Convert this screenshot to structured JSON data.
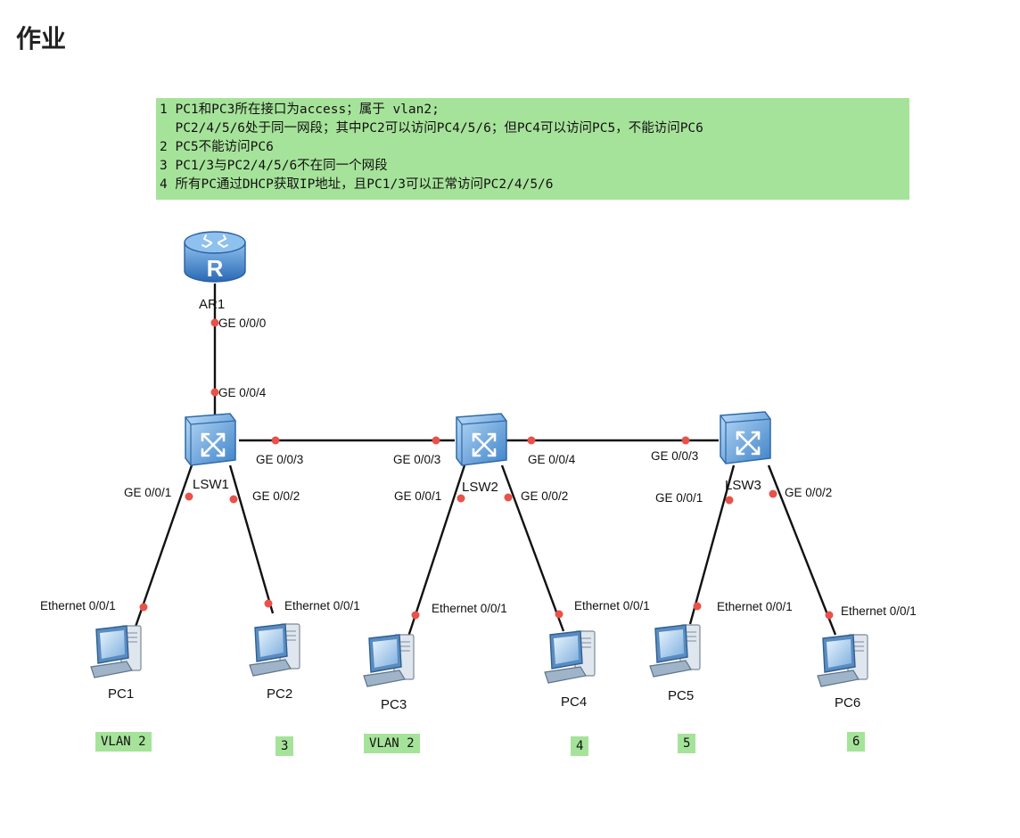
{
  "title": "作业",
  "notes": [
    "1 PC1和PC3所在接口为access；属于 vlan2;",
    "  PC2/4/5/6处于同一网段；其中PC2可以访问PC4/5/6；但PC4可以访问PC5，不能访问PC6",
    "2 PC5不能访问PC6",
    "3 PC1/3与PC2/4/5/6不在同一个网段",
    "4 所有PC通过DHCP获取IP地址，且PC1/3可以正常访问PC2/4/5/6"
  ],
  "devices": {
    "router": "AR1",
    "switches": [
      "LSW1",
      "LSW2",
      "LSW3"
    ],
    "pcs": [
      "PC1",
      "PC2",
      "PC3",
      "PC4",
      "PC5",
      "PC6"
    ]
  },
  "ports": {
    "ar1_down": "GE 0/0/0",
    "lsw1_up": "GE 0/0/4",
    "lsw1_right": "GE 0/0/3",
    "lsw2_left": "GE 0/0/3",
    "lsw2_right": "GE 0/0/4",
    "lsw3_left": "GE 0/0/3",
    "lsw1_p1": "GE 0/0/1",
    "lsw1_p2": "GE 0/0/2",
    "lsw2_p1": "GE 0/0/1",
    "lsw2_p2": "GE 0/0/2",
    "lsw3_p1": "GE 0/0/1",
    "lsw3_p2": "GE 0/0/2",
    "pc_eth": "Ethernet 0/0/1"
  },
  "vlan_tags": [
    "VLAN 2",
    "3",
    "VLAN 2",
    "4",
    "5",
    "6"
  ],
  "colors": {
    "note_bg": "#a6e39a",
    "port_dot": "#e8524a",
    "router_blue": "#3d7fc8",
    "switch_blue": "#5b9bd8"
  }
}
